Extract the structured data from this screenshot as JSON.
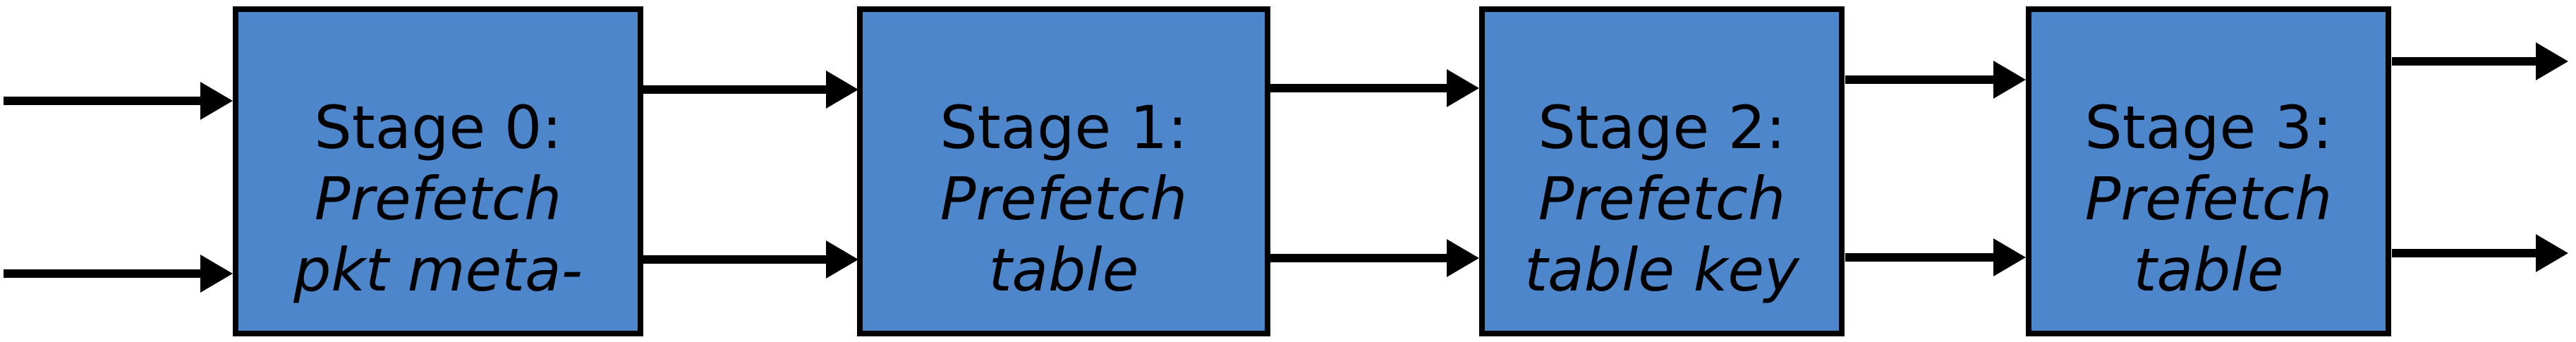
{
  "diagram": {
    "type": "pipeline-flow",
    "stages": [
      {
        "title": "Stage 0:",
        "subtitle_line1": "Prefetch",
        "subtitle_line2": "pkt meta-"
      },
      {
        "title": "Stage 1:",
        "subtitle_line1": "Prefetch",
        "subtitle_line2": "table"
      },
      {
        "title": "Stage 2:",
        "subtitle_line1": "Prefetch",
        "subtitle_line2": "table key"
      },
      {
        "title": "Stage 3:",
        "subtitle_line1": "Prefetch",
        "subtitle_line2": "table"
      }
    ],
    "colors": {
      "box_fill": "#4e86cc",
      "box_border": "#000000",
      "text": "#000000",
      "arrow": "#000000",
      "background": "#ffffff"
    }
  }
}
